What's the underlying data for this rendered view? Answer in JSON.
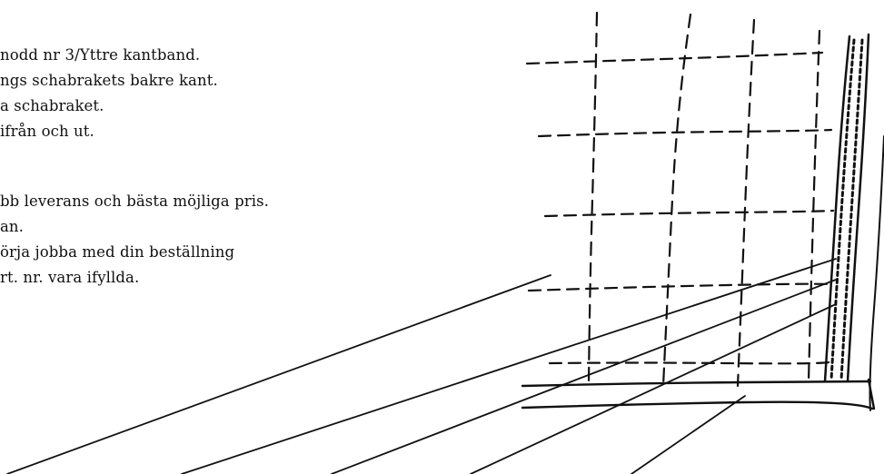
{
  "text_lines": [
    "nodd nr 3/Yttre kantband.",
    "ngs schabrakets bakre kant.",
    "a schabraket.",
    "ifrån och ut.",
    "bb leverans och bästa möjliga pris.",
    "an.",
    "örja jobba med din beställning",
    "rt. nr. vara ifyllda."
  ],
  "colors": {
    "ink": "#111111",
    "background": "#ffffff"
  }
}
